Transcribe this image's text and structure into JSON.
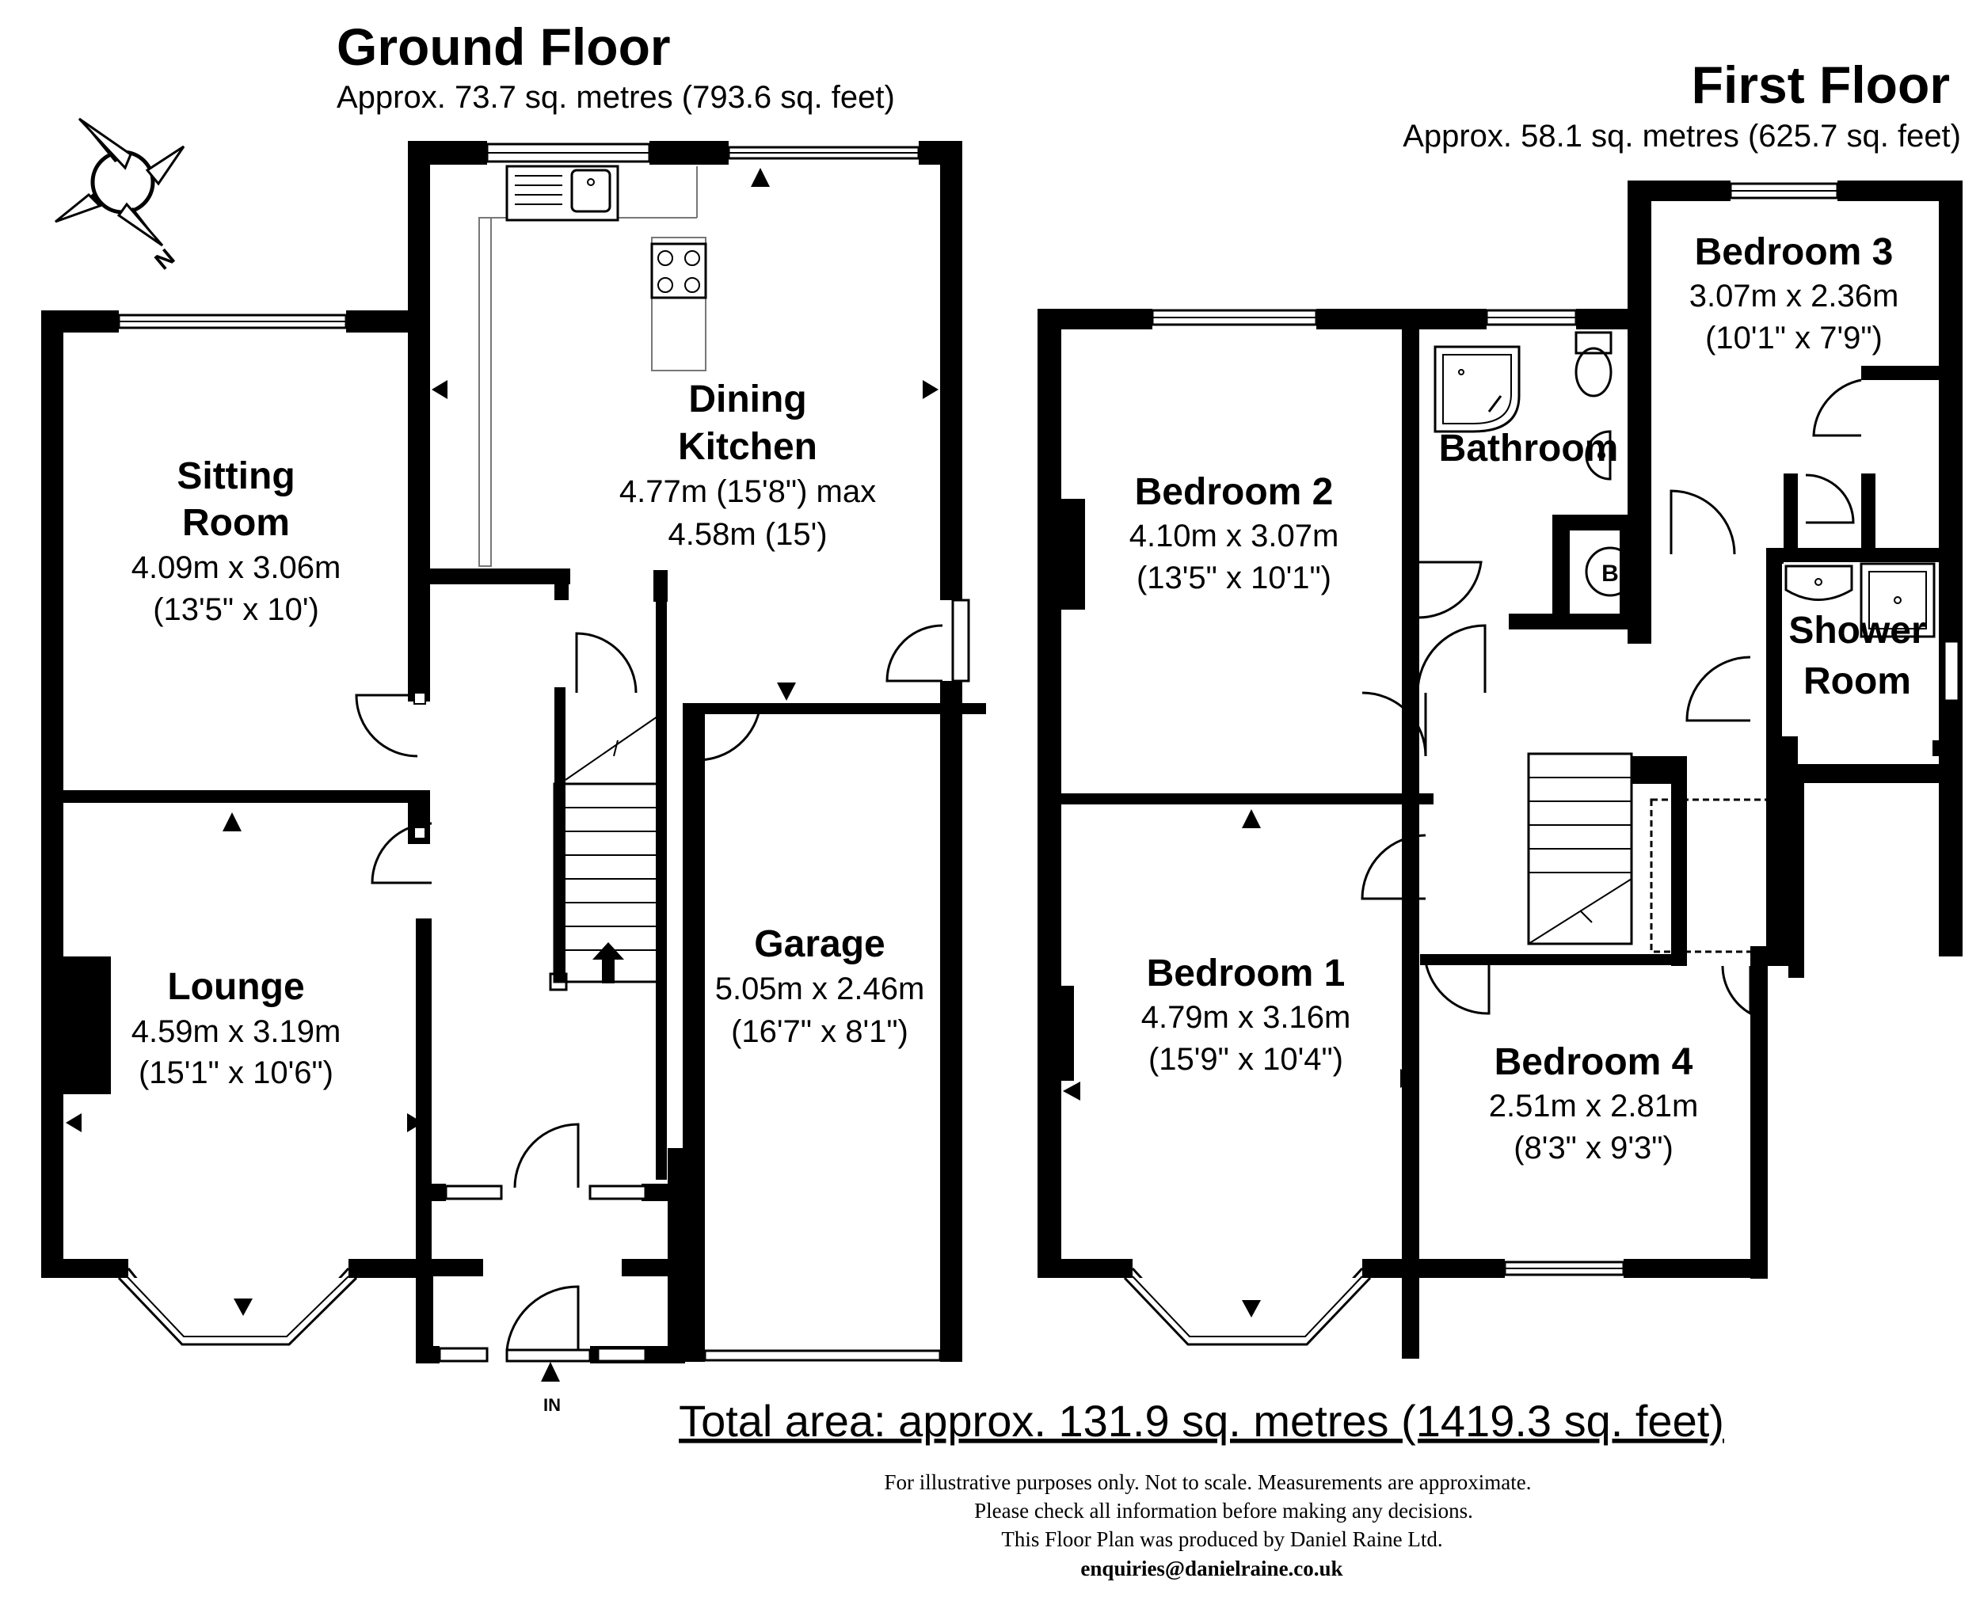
{
  "ground_floor": {
    "title": "Ground Floor",
    "area": "Approx.  73.7 sq. metres (793.6 sq. feet)",
    "entrance_label": "IN",
    "rooms": {
      "sitting_room": {
        "name_line1": "Sitting",
        "name_line2": "Room",
        "dim_metric": "4.09m x 3.06m",
        "dim_imperial": "(13'5\" x 10')"
      },
      "dining_kitchen": {
        "name_line1": "Dining",
        "name_line2": "Kitchen",
        "dim_metric": "4.77m (15'8\") max",
        "dim_imperial": "4.58m (15')"
      },
      "lounge": {
        "name": "Lounge",
        "dim_metric": "4.59m x 3.19m",
        "dim_imperial": "(15'1\" x 10'6\")"
      },
      "garage": {
        "name": "Garage",
        "dim_metric": "5.05m x 2.46m",
        "dim_imperial": "(16'7\" x 8'1\")"
      }
    }
  },
  "first_floor": {
    "title": "First Floor",
    "area": "Approx.  58.1 sq. metres (625.7 sq. feet)",
    "rooms": {
      "bedroom_3": {
        "name": "Bedroom 3",
        "dim_metric": "3.07m x 2.36m",
        "dim_imperial": "(10'1\" x 7'9\")"
      },
      "bathroom": {
        "name": "Bathroom"
      },
      "boiler": {
        "label": "B"
      },
      "bedroom_2": {
        "name": "Bedroom 2",
        "dim_metric": "4.10m x 3.07m",
        "dim_imperial": "(13'5\" x 10'1\")"
      },
      "shower_room": {
        "name_line1": "Shower",
        "name_line2": "Room"
      },
      "bedroom_1": {
        "name": "Bedroom 1",
        "dim_metric": "4.79m x 3.16m",
        "dim_imperial": "(15'9\" x 10'4\")"
      },
      "bedroom_4": {
        "name": "Bedroom 4",
        "dim_metric": "2.51m x 2.81m",
        "dim_imperial": "(8'3\" x 9'3\")"
      }
    }
  },
  "compass": {
    "label": "N",
    "icon": "compass-icon"
  },
  "total_area": "Total area: approx. 131.9 sq. metres (1419.3 sq. feet)",
  "disclaimer": {
    "line1": "For illustrative purposes only. Not to scale. Measurements are approximate.",
    "line2": "Please check all information before making any decisions.",
    "line3": "This Floor Plan was produced by Daniel Raine Ltd.",
    "email": "enquiries@danielraine.co.uk"
  }
}
